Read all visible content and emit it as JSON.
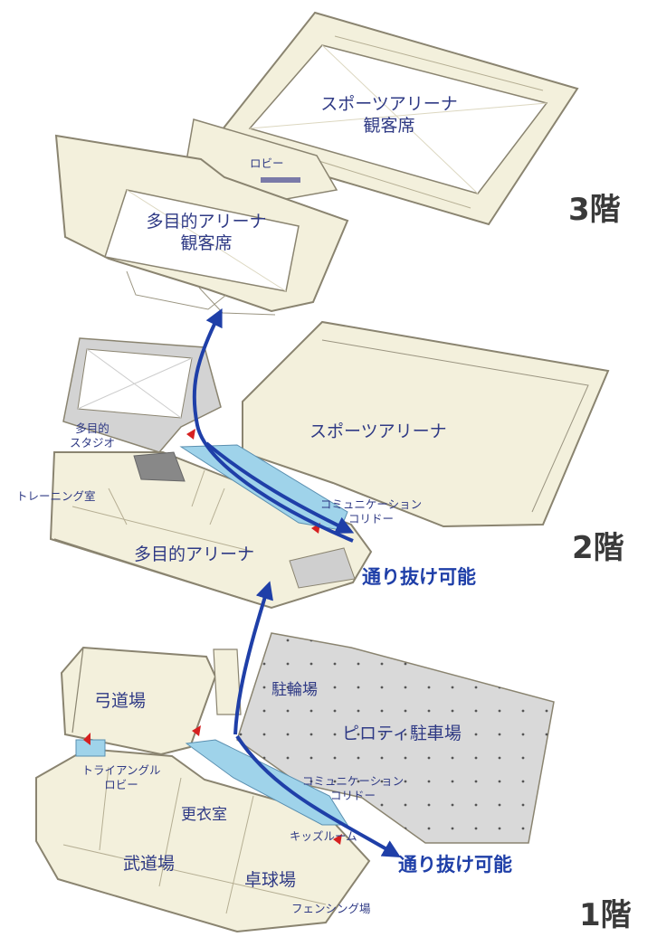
{
  "floors": {
    "f3": {
      "label": "3階",
      "sports_arena_seats": [
        "スポーツアリーナ",
        "観客席"
      ],
      "lobby": "ロビー",
      "multipurpose_arena_seats": [
        "多目的アリーナ",
        "観客席"
      ]
    },
    "f2": {
      "label": "2階",
      "multipurpose_studio": [
        "多目的",
        "スタジオ"
      ],
      "training_room": "トレーニング室",
      "sports_arena": "スポーツアリーナ",
      "communication_corridor": [
        "コミュニケーション",
        "コリドー"
      ],
      "multipurpose_arena": "多目的アリーナ",
      "pass_through": "通り抜け可能"
    },
    "f1": {
      "label": "1階",
      "archery_hall": "弓道場",
      "bicycle_parking": "駐輪場",
      "piloti_parking": "ピロティ駐車場",
      "triangle_lobby": [
        "トライアングル",
        "ロビー"
      ],
      "changing_room": "更衣室",
      "communication_corridor": [
        "コミュニケーション",
        "コリドー"
      ],
      "kids_room": "キッズルーム",
      "martial_arts_hall": "武道場",
      "table_tennis_hall": "卓球場",
      "fencing_hall": "フェンシング場",
      "pass_through": "通り抜け可能"
    }
  },
  "colors": {
    "floor_fill": "#f3f0dc",
    "wall": "#8a8470",
    "void": "#ffffff",
    "parking": "#d9d9d9",
    "corridor": "#9fd3ea",
    "arrow": "#1f3fa8",
    "label": "#2f3a85",
    "floor_label": "#3a3a3a",
    "marker": "#d62020"
  }
}
